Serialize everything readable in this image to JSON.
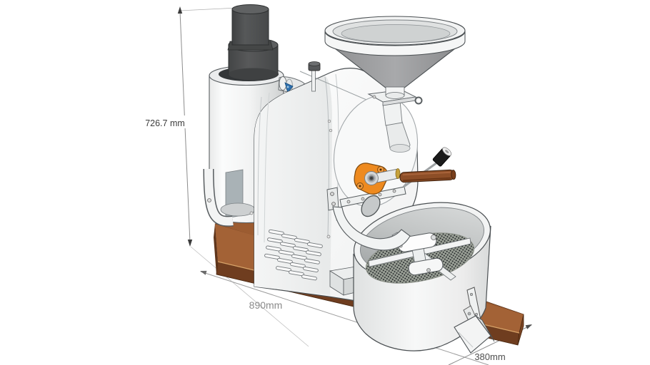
{
  "view": {
    "type": "3d-model-viewport",
    "background": "#ffffff",
    "subject": "shop coffee roaster 3d model with dimensions"
  },
  "dimensions": {
    "height_label": "726.7 mm",
    "length_label": "890mm",
    "depth_label": "380mm"
  },
  "colors": {
    "dim_text_dark": "#3c3c3c",
    "dim_text_gray": "#8b8b8b",
    "dim_text_mid": "#4e4e4e",
    "dim_line": "#9a9a9a",
    "wood_top": "#9c5c31",
    "wood_front": "#6f3d1f",
    "wood_edge_highlight": "#d7a268",
    "chimney_gray": "#4d4f50",
    "funnel_cone_gray": "#9b9c9e",
    "body_white": "#fafbfb",
    "trier_flange_orange": "#ee8a1f",
    "handle_wood": "#8d4e27",
    "valve_blue": "#2d6fae",
    "knob_black": "#1b1b1b",
    "perforated_plate": "#8f948c"
  }
}
